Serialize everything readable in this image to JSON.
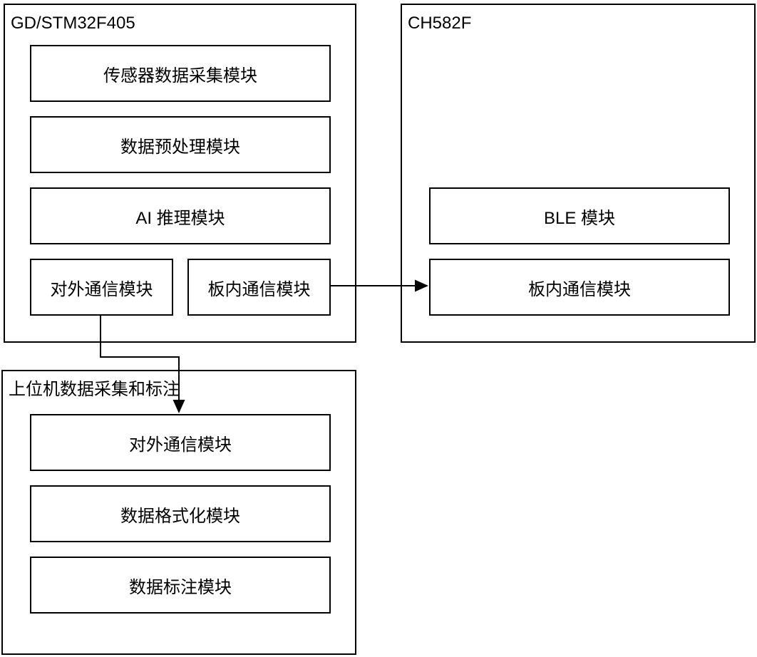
{
  "diagram": {
    "containers": [
      {
        "title": "GD/STM32F405",
        "modules": [
          {
            "label": "传感器数据采集模块"
          },
          {
            "label": "数据预处理模块"
          },
          {
            "label": "AI 推理模块"
          },
          {
            "label": "对外通信模块"
          },
          {
            "label": "板内通信模块"
          }
        ]
      },
      {
        "title": "CH582F",
        "modules": [
          {
            "label": "BLE 模块"
          },
          {
            "label": "板内通信模块"
          }
        ]
      },
      {
        "title": "上位机数据采集和标注",
        "modules": [
          {
            "label": "对外通信模块"
          },
          {
            "label": "数据格式化模块"
          },
          {
            "label": "数据标注模块"
          }
        ]
      }
    ],
    "connections": [
      {
        "from": "GD/STM32F405 / 板内通信模块",
        "to": "CH582F / 板内通信模块",
        "style": "solid-line-filled-arrowhead"
      },
      {
        "from": "GD/STM32F405 / 对外通信模块",
        "to": "上位机数据采集和标注 / 对外通信模块",
        "style": "solid-line-filled-arrowhead"
      }
    ],
    "colors": {
      "stroke": "#000000",
      "fill": "#ffffff",
      "text": "#000000"
    }
  }
}
